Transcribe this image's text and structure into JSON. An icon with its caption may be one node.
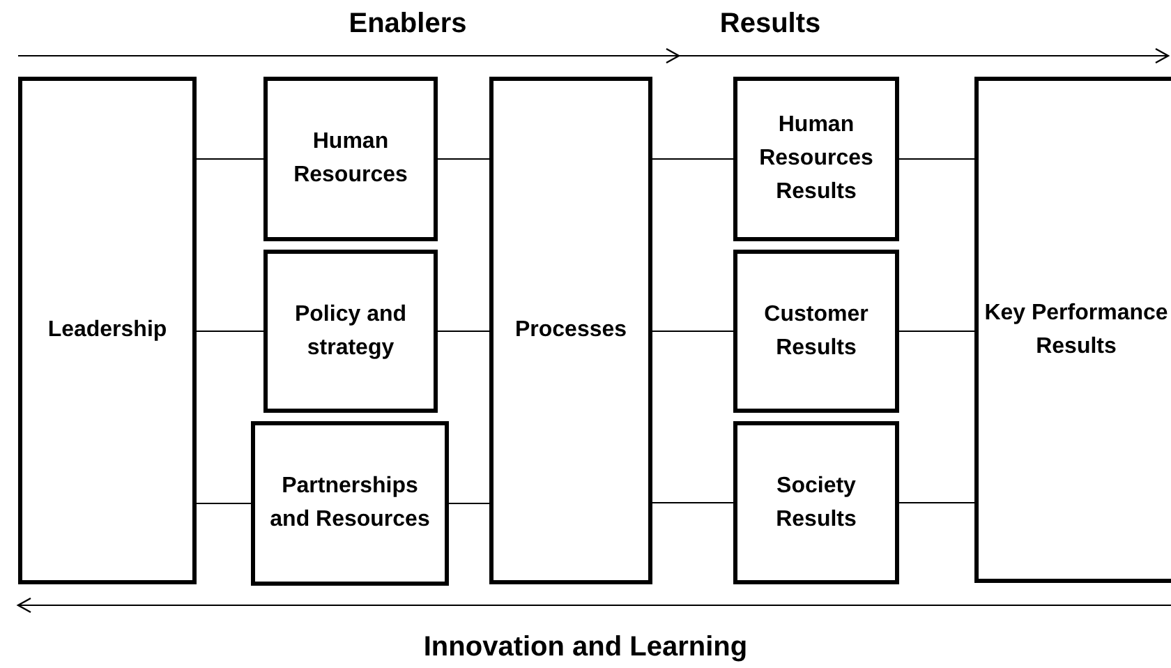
{
  "diagram": {
    "nodes": [
      {
        "text": [
          "Leadership"
        ]
      },
      {
        "text": [
          "Human Resources"
        ]
      },
      {
        "text": [
          "Policy and strategy"
        ]
      },
      {
        "text": [
          "Partnerships and Resources"
        ]
      },
      {
        "text": [
          "Processes"
        ]
      },
      {
        "text": [
          "Human Resources Results"
        ]
      },
      {
        "text": [
          "Customer Results"
        ]
      },
      {
        "text": [
          "Society Results"
        ]
      },
      {
        "text": [
          "Key Performance Results"
        ]
      }
    ],
    "edges": [
      {
        "from": 0,
        "to": 1,
        "arrow": "none"
      },
      {
        "from": 0,
        "to": 2,
        "arrow": "none"
      },
      {
        "from": 0,
        "to": 3,
        "arrow": "none"
      },
      {
        "from": 1,
        "to": 4,
        "arrow": "none"
      },
      {
        "from": 2,
        "to": 4,
        "arrow": "none"
      },
      {
        "from": 3,
        "to": 4,
        "arrow": "none"
      },
      {
        "from": 4,
        "to": 5,
        "arrow": "none"
      },
      {
        "from": 4,
        "to": 6,
        "arrow": "none"
      },
      {
        "from": 4,
        "to": 7,
        "arrow": "none"
      },
      {
        "from": 5,
        "to": 8,
        "arrow": "none"
      },
      {
        "from": 6,
        "to": 8,
        "arrow": "none"
      },
      {
        "from": 7,
        "to": 8,
        "arrow": "none"
      }
    ],
    "labels": [
      "Enablers",
      "Results",
      "Innovation and Learning"
    ]
  }
}
